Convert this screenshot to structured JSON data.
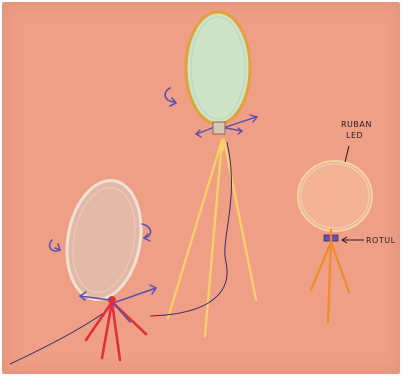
{
  "annotations": {
    "ruban": "RUBAN",
    "led": "LED",
    "rotule": "ROTUL"
  },
  "colors": {
    "paper": "#ee9f86",
    "mirror_glass": "#cfe3c8",
    "frame_gold": "#e0a23a",
    "tripod_yellow": "#f6cf6a",
    "tripod_red": "#e0303a",
    "tripod_orange": "#f08a2a",
    "arrows_blue": "#5a4fb0",
    "cable_navy": "#3a2f6a"
  },
  "icons": [
    "rotation-arrow-icon",
    "tilt-arrow-icon"
  ]
}
